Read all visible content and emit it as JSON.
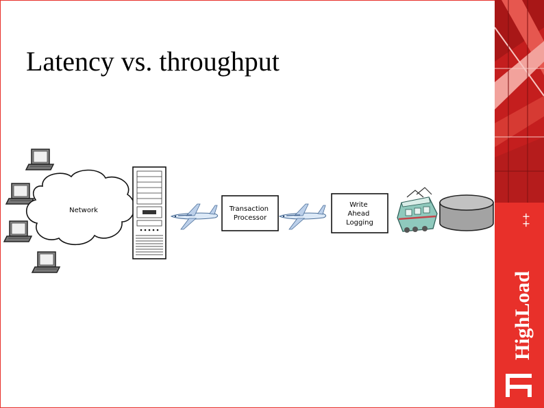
{
  "slide": {
    "title": "Latency vs. throughput"
  },
  "diagram": {
    "nodes": {
      "network": "Network",
      "transaction_processor": [
        "Transaction",
        "Processor"
      ],
      "write_ahead_logging": [
        "Write",
        "Ahead",
        "Logging"
      ]
    },
    "icons": [
      "laptop-icon",
      "cloud-icon",
      "server-tower-icon",
      "airplane-icon",
      "locomotive-icon",
      "database-disk-icon"
    ]
  },
  "brand": {
    "logo_text": "HighLoad",
    "logo_suffix": "++",
    "accent_color": "#e8302a"
  }
}
